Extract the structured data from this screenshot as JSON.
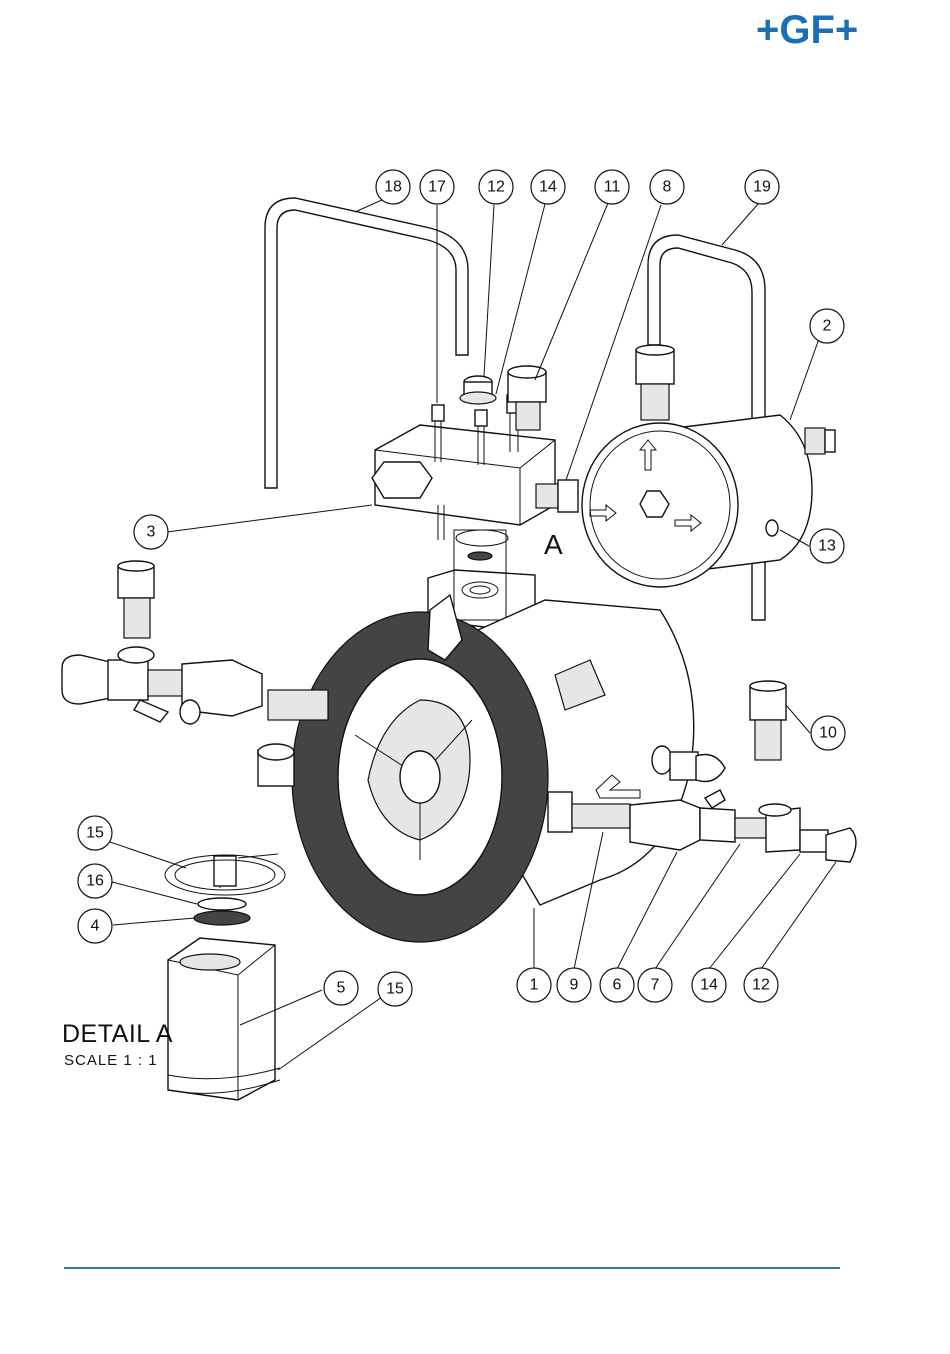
{
  "logo": {
    "text": "+GF+",
    "color": "#1a6fb5"
  },
  "detail": {
    "title": "DETAIL A",
    "scale": "SCALE 1 : 1",
    "view_marker": "A"
  },
  "footer": {
    "rule_color": "#2f7f86"
  },
  "balloons": [
    {
      "label": "18"
    },
    {
      "label": "17"
    },
    {
      "label": "12"
    },
    {
      "label": "14"
    },
    {
      "label": "11"
    },
    {
      "label": "8"
    },
    {
      "label": "19"
    },
    {
      "label": "2"
    },
    {
      "label": "3"
    },
    {
      "label": "13"
    },
    {
      "label": "10"
    },
    {
      "label": "15"
    },
    {
      "label": "16"
    },
    {
      "label": "4"
    },
    {
      "label": "5"
    },
    {
      "label": "15"
    },
    {
      "label": "1"
    },
    {
      "label": "9"
    },
    {
      "label": "6"
    },
    {
      "label": "7"
    },
    {
      "label": "14"
    },
    {
      "label": "12"
    }
  ]
}
